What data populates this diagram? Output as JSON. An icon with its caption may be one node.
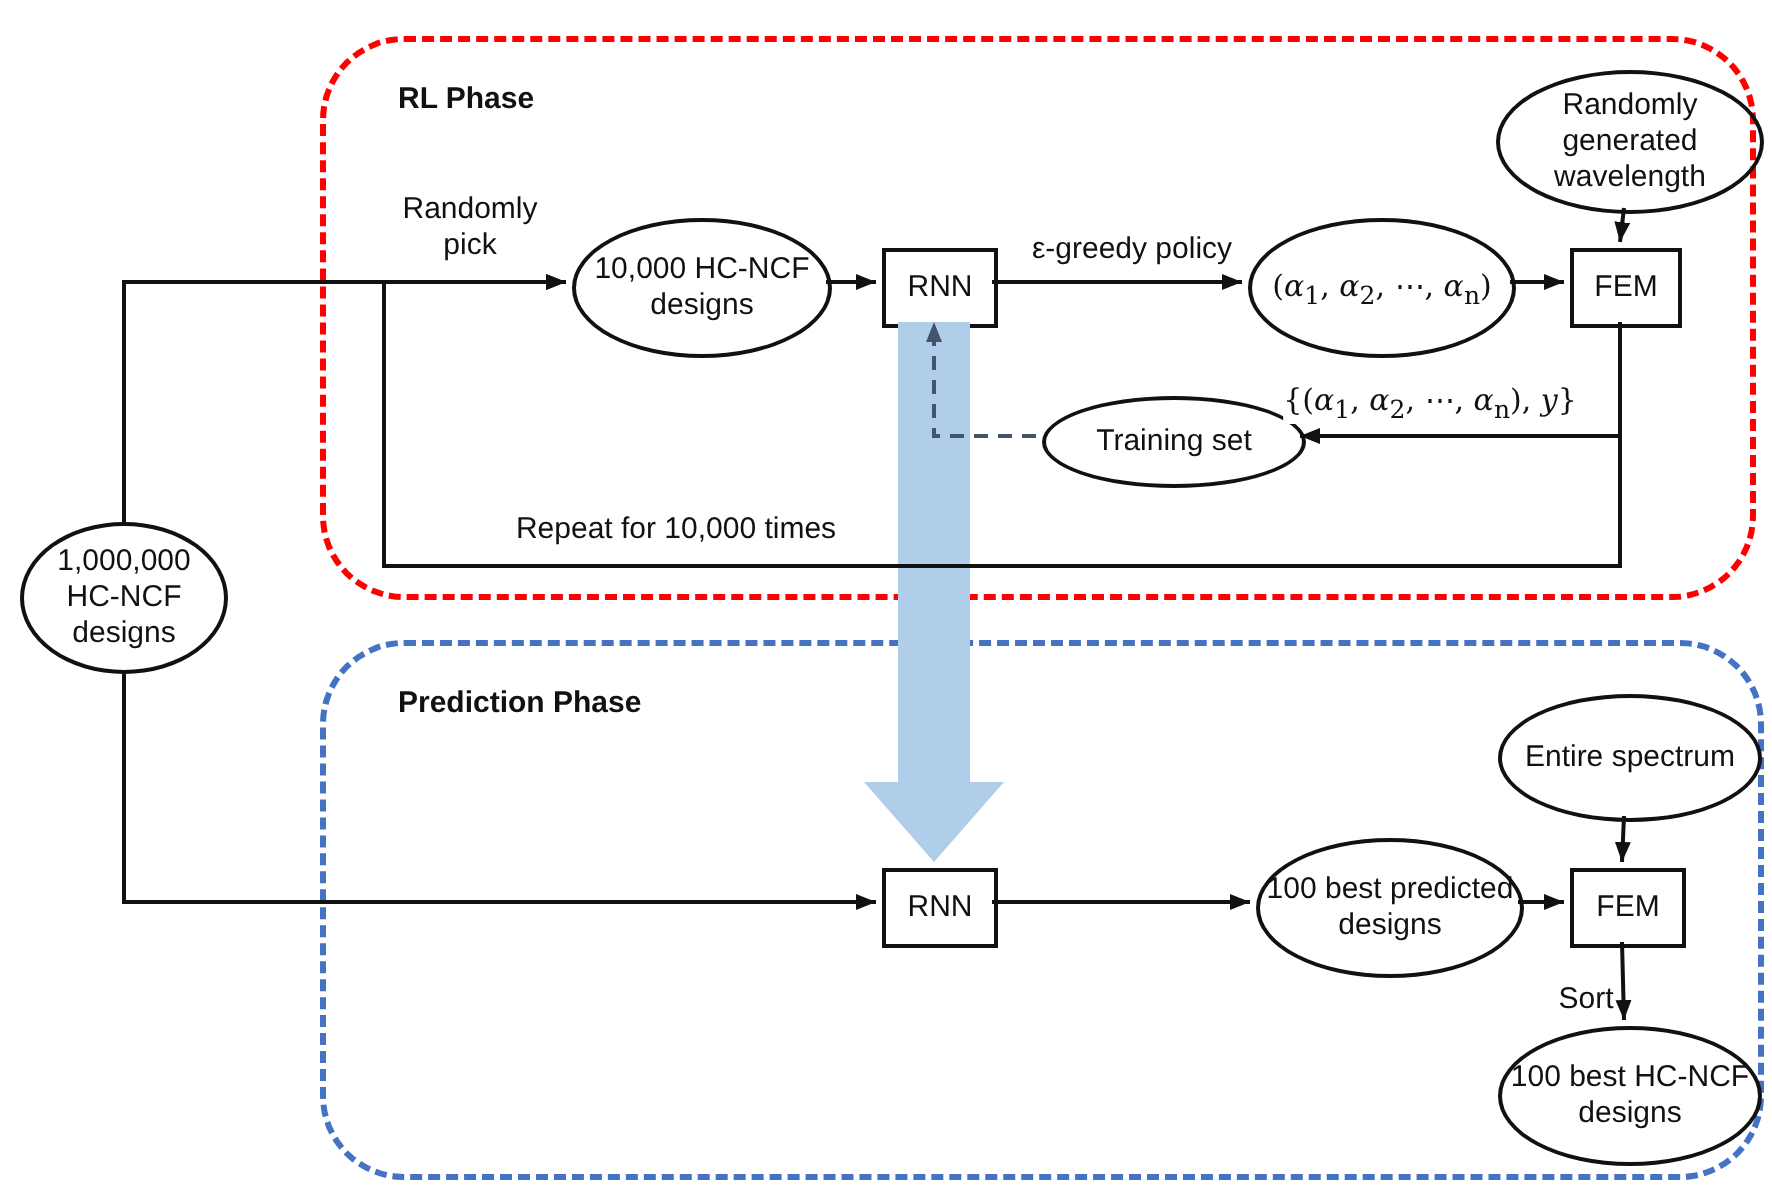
{
  "diagram": {
    "nodes": [
      {
        "text": [
          "RL Phase"
        ]
      },
      {
        "text": [
          "Randomly generated wavelength"
        ],
        "in": 0
      },
      {
        "text": [
          "10,000 HC-NCF designs"
        ],
        "in": 0
      },
      {
        "text": [
          "RNN"
        ],
        "in": 0
      },
      {
        "text": [
          "(*α*$_{1}$, *α*$_{2}$, ⋯, *α*$_{n}$)"
        ],
        "in": 0
      },
      {
        "text": [
          "FEM"
        ],
        "in": 0
      },
      {
        "text": [
          "Training set"
        ],
        "in": 0
      },
      {
        "text": [
          "1,000,000 HC-NCF designs"
        ]
      },
      {
        "text": [
          "Prediction Phase"
        ]
      },
      {
        "text": [
          "Entire spectrum"
        ],
        "in": 8
      },
      {
        "text": [
          "RNN"
        ],
        "in": 8
      },
      {
        "text": [
          "100 best predicted designs"
        ],
        "in": 8
      },
      {
        "text": [
          "FEM"
        ],
        "in": 8
      },
      {
        "text": [
          "100 best HC-NCF designs"
        ],
        "in": 8
      }
    ],
    "edges": [
      {
        "from": 7,
        "to": 2,
        "arrow": "to",
        "label": "Randomly pick"
      },
      {
        "from": 5,
        "to": 2,
        "arrow": "to",
        "label": "Repeat for 10,000 times"
      },
      {
        "from": 2,
        "to": 3,
        "arrow": "to"
      },
      {
        "from": 3,
        "to": 4,
        "arrow": "to",
        "label": "ε-greedy policy"
      },
      {
        "from": 4,
        "to": 5,
        "arrow": "to"
      },
      {
        "from": 1,
        "to": 5,
        "arrow": "to"
      },
      {
        "from": 5,
        "to": 6,
        "arrow": "to",
        "label": "{(*α*$_{1}$, *α*$_{2}$, ⋯, *α*$_{n}$), *y*}"
      },
      {
        "from": 6,
        "to": 3,
        "arrow": "to",
        "style": "dashed",
        "color": "#44546a"
      },
      {
        "from": 7,
        "to": 10,
        "arrow": "to"
      },
      {
        "from": 3,
        "to": 10,
        "arrow": "to",
        "style": "thick",
        "color": "#b0cdea"
      },
      {
        "from": 10,
        "to": 11,
        "arrow": "to"
      },
      {
        "from": 11,
        "to": 12,
        "arrow": "to"
      },
      {
        "from": 9,
        "to": 12,
        "arrow": "to"
      },
      {
        "from": 12,
        "to": 13,
        "arrow": "to",
        "label": "Sort"
      }
    ]
  }
}
